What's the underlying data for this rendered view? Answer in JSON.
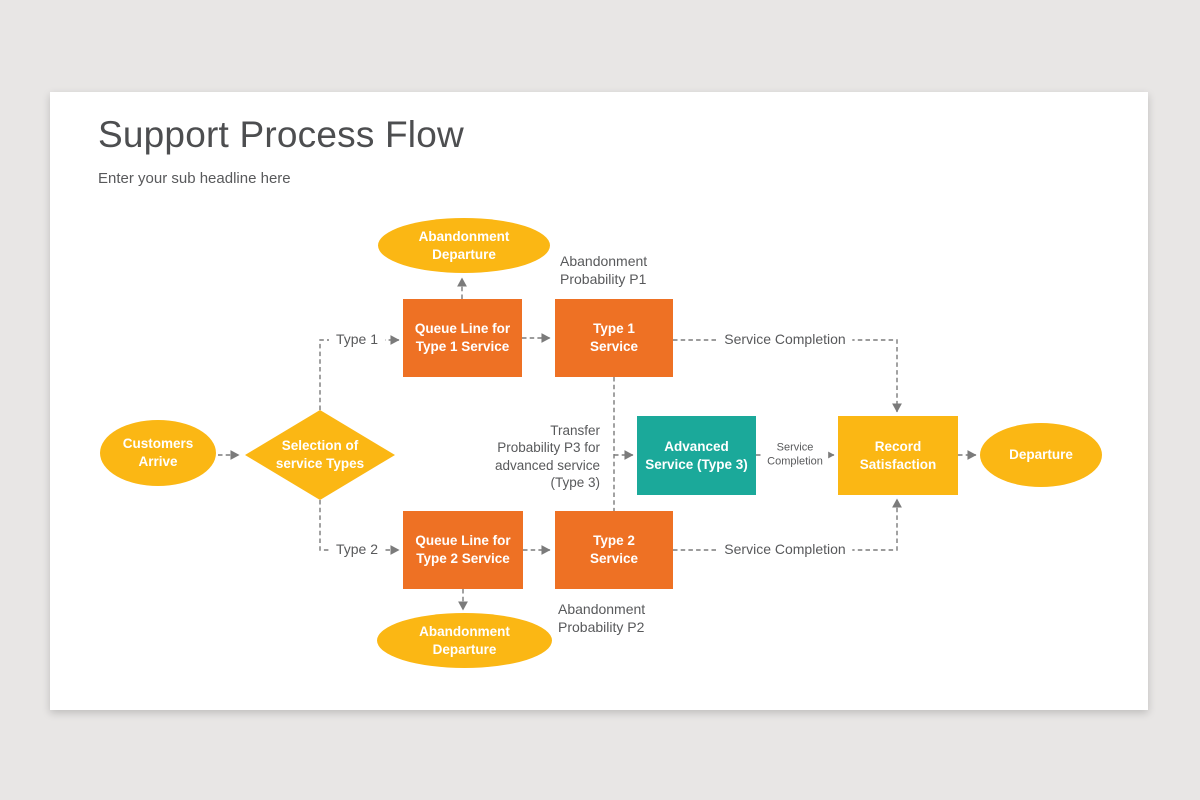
{
  "header": {
    "title": "Support Process Flow",
    "subtitle": "Enter your sub headline here"
  },
  "colors": {
    "yellow": "#FBB714",
    "orange": "#EE7124",
    "teal": "#1BA99A",
    "connector": "#7b7b7b",
    "heading": "#4d4e50",
    "label_text": "#58595b",
    "slide_bg": "#ffffff",
    "canvas_bg": "#e8e6e5"
  },
  "nodes": {
    "customers_arrive": {
      "shape": "ellipse",
      "color": "yellow",
      "lines": [
        "Customers",
        "Arrive"
      ]
    },
    "selection": {
      "shape": "diamond",
      "color": "yellow",
      "lines": [
        "Selection of",
        "service Types"
      ]
    },
    "queue_type1": {
      "shape": "rect",
      "color": "orange",
      "lines": [
        "Queue Line for",
        "Type 1 Service"
      ]
    },
    "service_type1": {
      "shape": "rect",
      "color": "orange",
      "lines": [
        "Type 1",
        "Service"
      ]
    },
    "abandonment_top": {
      "shape": "ellipse",
      "color": "yellow",
      "lines": [
        "Abandonment",
        "Departure"
      ]
    },
    "advanced_service": {
      "shape": "rect",
      "color": "teal",
      "lines": [
        "Advanced",
        "Service (Type 3)"
      ]
    },
    "record_satisfaction": {
      "shape": "rect",
      "color": "yellow",
      "lines": [
        "Record",
        "Satisfaction"
      ]
    },
    "departure": {
      "shape": "ellipse",
      "color": "yellow",
      "lines": [
        "Departure"
      ]
    },
    "queue_type2": {
      "shape": "rect",
      "color": "orange",
      "lines": [
        "Queue Line for",
        "Type 2 Service"
      ]
    },
    "service_type2": {
      "shape": "rect",
      "color": "orange",
      "lines": [
        "Type 2",
        "Service"
      ]
    },
    "abandonment_bottom": {
      "shape": "ellipse",
      "color": "yellow",
      "lines": [
        "Abandonment",
        "Departure"
      ]
    }
  },
  "labels": {
    "type1": "Type 1",
    "type2": "Type 2",
    "abandonment_probability_p1": [
      "Abandonment",
      "Probability P1"
    ],
    "abandonment_probability_p2": [
      "Abandonment",
      "Probability P2"
    ],
    "transfer_probability": [
      "Transfer",
      "Probability P3 for",
      "advanced service",
      "(Type 3)"
    ],
    "service_completion_top": "Service Completion",
    "service_completion_bottom": "Service Completion",
    "service_completion_small": [
      "Service",
      "Completion"
    ]
  }
}
